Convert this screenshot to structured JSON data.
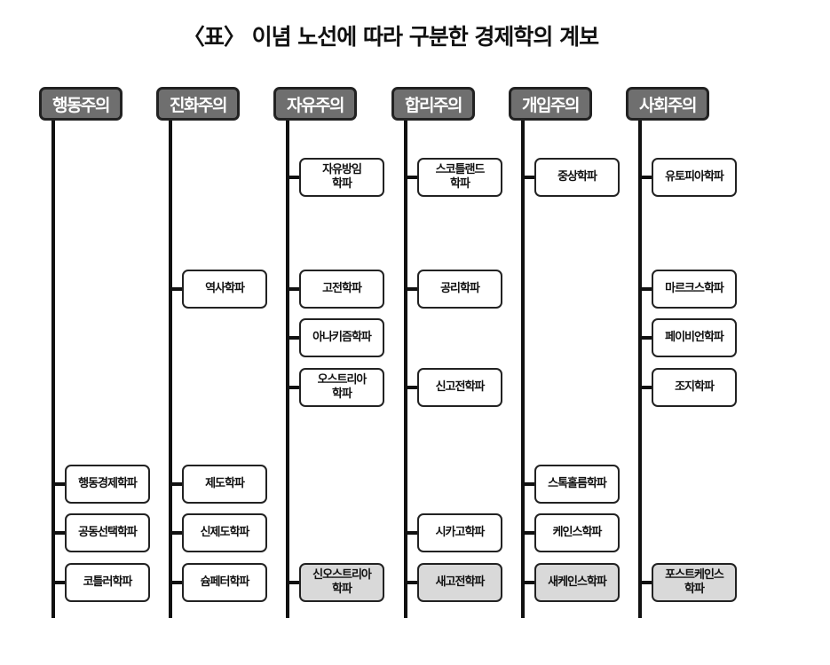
{
  "title": "〈표〉 이념 노선에 따라 구분한 경제학의 계보",
  "columns": [
    {
      "header": "행동주의",
      "items": [
        null,
        null,
        null,
        null,
        {
          "label": "행동경제학파"
        },
        {
          "label": "공동선택학파"
        },
        {
          "label": "코틀러학파"
        }
      ]
    },
    {
      "header": "진화주의",
      "items": [
        null,
        {
          "label": "역사학파"
        },
        null,
        null,
        {
          "label": "제도학파"
        },
        {
          "label": "신제도학파"
        },
        {
          "label": "슘페터학파"
        }
      ]
    },
    {
      "header": "자유주의",
      "items": [
        {
          "label": "자유방임\n학파"
        },
        {
          "label": "고전학파"
        },
        {
          "label": "아나키즘학파"
        },
        {
          "label": "오스트리아\n학파"
        },
        null,
        null,
        {
          "label": "신오스트리아\n학파",
          "highlight": true
        }
      ]
    },
    {
      "header": "합리주의",
      "items": [
        {
          "label": "스코틀랜드\n학파"
        },
        {
          "label": "공리학파"
        },
        null,
        {
          "label": "신고전학파"
        },
        null,
        {
          "label": "시카고학파"
        },
        {
          "label": "새고전학파",
          "highlight": true
        }
      ]
    },
    {
      "header": "개입주의",
      "items": [
        {
          "label": "중상학파"
        },
        null,
        null,
        null,
        {
          "label": "스톡홀름학파"
        },
        {
          "label": "케인스학파"
        },
        {
          "label": "새케인스학파",
          "highlight": true
        }
      ]
    },
    {
      "header": "사회주의",
      "items": [
        {
          "label": "유토피아학파"
        },
        {
          "label": "마르크스학파"
        },
        {
          "label": "페이비언학파"
        },
        {
          "label": "조지학파"
        },
        null,
        null,
        {
          "label": "포스트케인스\n학파",
          "highlight": true
        }
      ]
    }
  ],
  "colors": {
    "header_bg": "#6f6f6f",
    "highlight_bg": "#d9d9d9"
  }
}
